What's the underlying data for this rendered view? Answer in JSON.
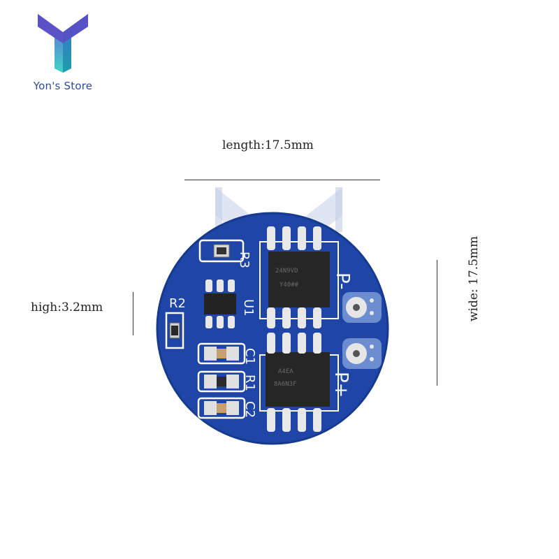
{
  "store": {
    "name": "Yon's Store",
    "logo_icon": "y-shield-logo-icon",
    "logo_colors": [
      "#6a5bd6",
      "#3fd4c8",
      "#1a9fa8"
    ]
  },
  "dimensions": {
    "length": "length:17.5mm",
    "high": "high:3.2mm",
    "wide": "wide: 17.5mm"
  },
  "board": {
    "color": "#1f45a6",
    "silkscreen": {
      "r3": "R3",
      "r2": "R2",
      "u1": "U1",
      "c1": "C1",
      "r1": "R1",
      "c2": "C2",
      "p_minus": "P-",
      "p_plus": "P+"
    },
    "chip_marks": {
      "top_chip_line1": "24N9VD",
      "top_chip_line2": "Y40##",
      "bottom_chip_line1": "A4EA",
      "bottom_chip_line2": "8A6N3F"
    }
  }
}
